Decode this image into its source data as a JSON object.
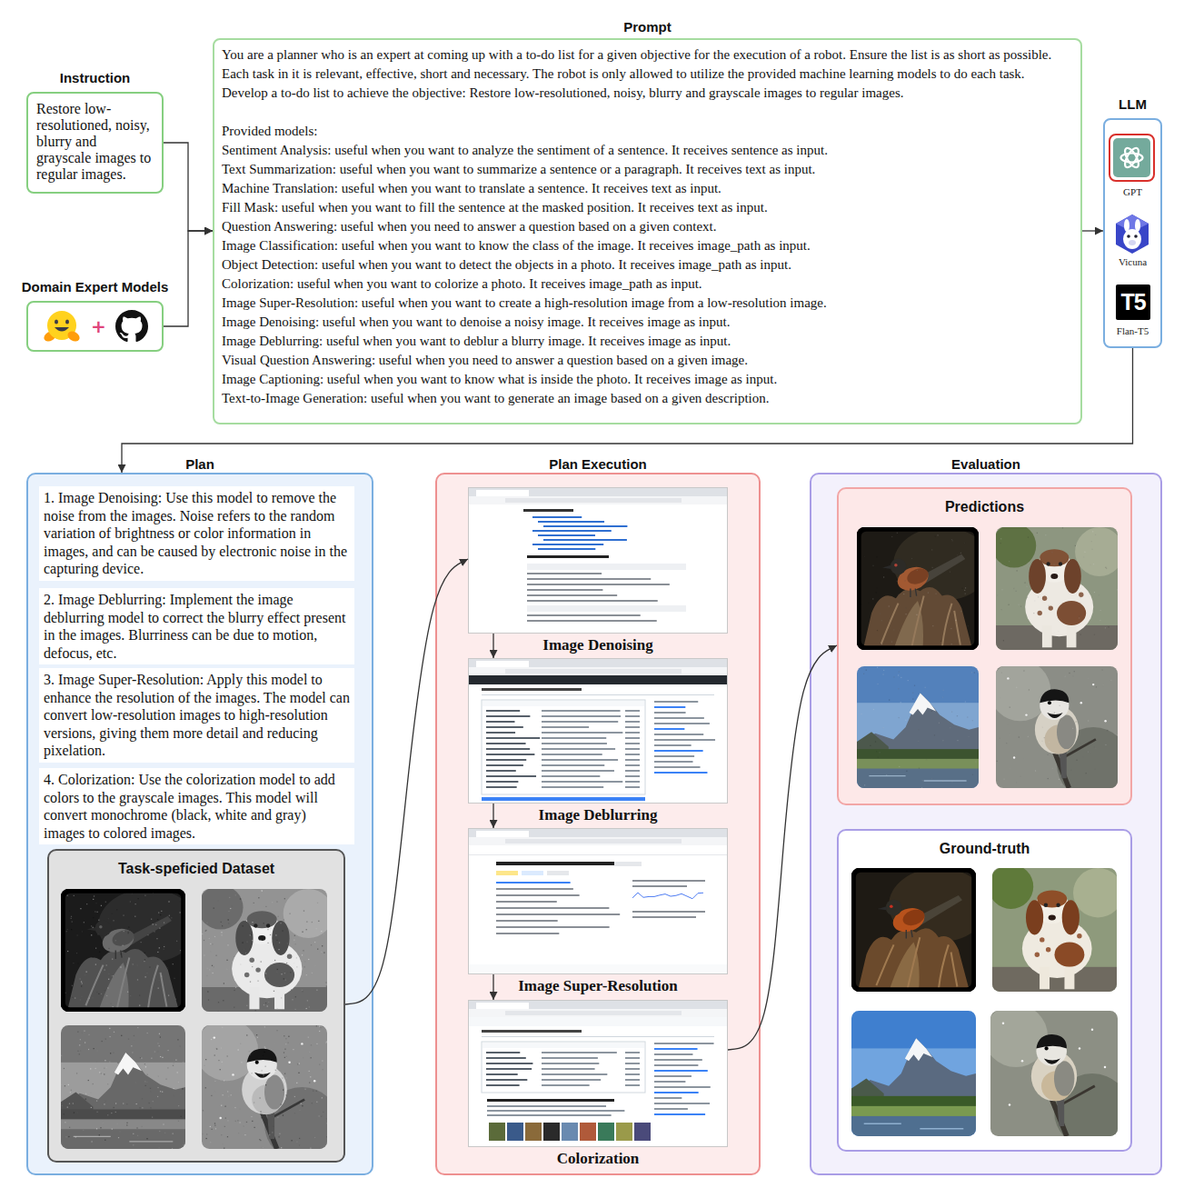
{
  "diagram": {
    "nodes": [
      {
        "text": [
          "Instruction",
          "Restore low-resolutioned, noisy, blurry and grayscale images to regular images."
        ]
      },
      {
        "text": [
          "Domain Expert Models",
          "+"
        ]
      },
      {
        "text": [
          "Prompt",
          "You are a planner who is an expert at coming up with a to-do list for a given objective for the execution of a robot. Ensure the list is as short as possible. Each task in it is relevant, effective, short and necessary. The robot is only allowed to utilize the provided machine learning models to do each task. Develop a to-do list to achieve the objective: Restore low-resolutioned, noisy, blurry and grayscale images to regular images.",
          "Provided models:",
          "Sentiment Analysis: useful when you want to analyze the sentiment of a sentence. It receives sentence as input.",
          "Text Summarization: useful when you want to summarize a sentence or a paragraph. It receives text as input.",
          "Machine Translation: useful when you want to translate a sentence. It receives text as input.",
          "Fill Mask: useful when you want to fill the sentence at the masked position. It receives text as input.",
          "Question Answering: useful when you need to answer a question based on a given context.",
          "Image Classification: useful when you want to know the class of the image. It receives image_path as input.",
          "Object Detection: useful when you want to detect the objects in a photo. It receives image_path as input.",
          "Colorization: useful when you want to colorize a photo. It receives image_path as input.",
          "Image Super-Resolution: useful when you want to create a high-resolution image from a low-resolution image.",
          "Image Denoising: useful when you want to denoise a noisy image. It receives image as input.",
          "Image Deblurring: useful when you want to deblur a blurry image. It receives image as input.",
          "Visual Question Answering: useful when you need to answer a question based on a given image.",
          "Image Captioning: useful when you want to know what is inside the photo. It receives image as input.",
          "Text-to-Image Generation: useful when you want to generate an image based on a given description."
        ]
      },
      {
        "text": [
          "LLM",
          "GPT",
          "Vicuna",
          "Flan-T5"
        ]
      },
      {
        "text": [
          "T5"
        ],
        "in": 3
      },
      {
        "text": [
          "Plan"
        ]
      },
      {
        "text": [
          "1. Image Denoising: Use this model to remove the noise from the images. Noise refers to the random variation of brightness or color information in images, and can be caused by electronic noise in the capturing device."
        ],
        "in": 5
      },
      {
        "text": [
          "2. Image Deblurring: Implement the image deblurring model to correct the blurry effect present in the images. Blurriness can be due to motion, defocus, etc."
        ],
        "in": 5
      },
      {
        "text": [
          "3. Image Super-Resolution: Apply this model to enhance the resolution of the images. The model can convert low-resolution images to high-resolution versions, giving them more detail and reducing pixelation."
        ],
        "in": 5
      },
      {
        "text": [
          "4. Colorization: Use the colorization model to add colors to the grayscale images. This model will convert monochrome (black, white and gray) images to colored images."
        ],
        "in": 5
      },
      {
        "text": [
          "Task-speficied Dataset"
        ],
        "in": 5
      },
      {
        "text": [
          "Plan Execution"
        ]
      },
      {
        "text": [
          "Image Denoising"
        ],
        "in": 11
      },
      {
        "text": [
          "Image Deblurring"
        ],
        "in": 11
      },
      {
        "text": [
          "Image Super-Resolution"
        ],
        "in": 11
      },
      {
        "text": [
          "Colorization"
        ],
        "in": 11
      },
      {
        "text": [
          "Evaluation"
        ]
      },
      {
        "text": [
          "Predictions"
        ],
        "in": 16
      },
      {
        "text": [
          "Ground-truth"
        ],
        "in": 16
      }
    ],
    "edges": [
      {
        "from": 0,
        "to": 2,
        "arrow": "to"
      },
      {
        "from": 1,
        "to": 2,
        "arrow": "to"
      },
      {
        "from": 2,
        "to": 3,
        "arrow": "to"
      },
      {
        "from": 3,
        "to": 5,
        "arrow": "to"
      },
      {
        "from": 10,
        "to": 12,
        "arrow": "to"
      },
      {
        "from": 12,
        "to": 13,
        "arrow": "to"
      },
      {
        "from": 13,
        "to": 14,
        "arrow": "to"
      },
      {
        "from": 14,
        "to": 15,
        "arrow": "to"
      },
      {
        "from": 15,
        "to": 17,
        "arrow": "to"
      }
    ]
  }
}
